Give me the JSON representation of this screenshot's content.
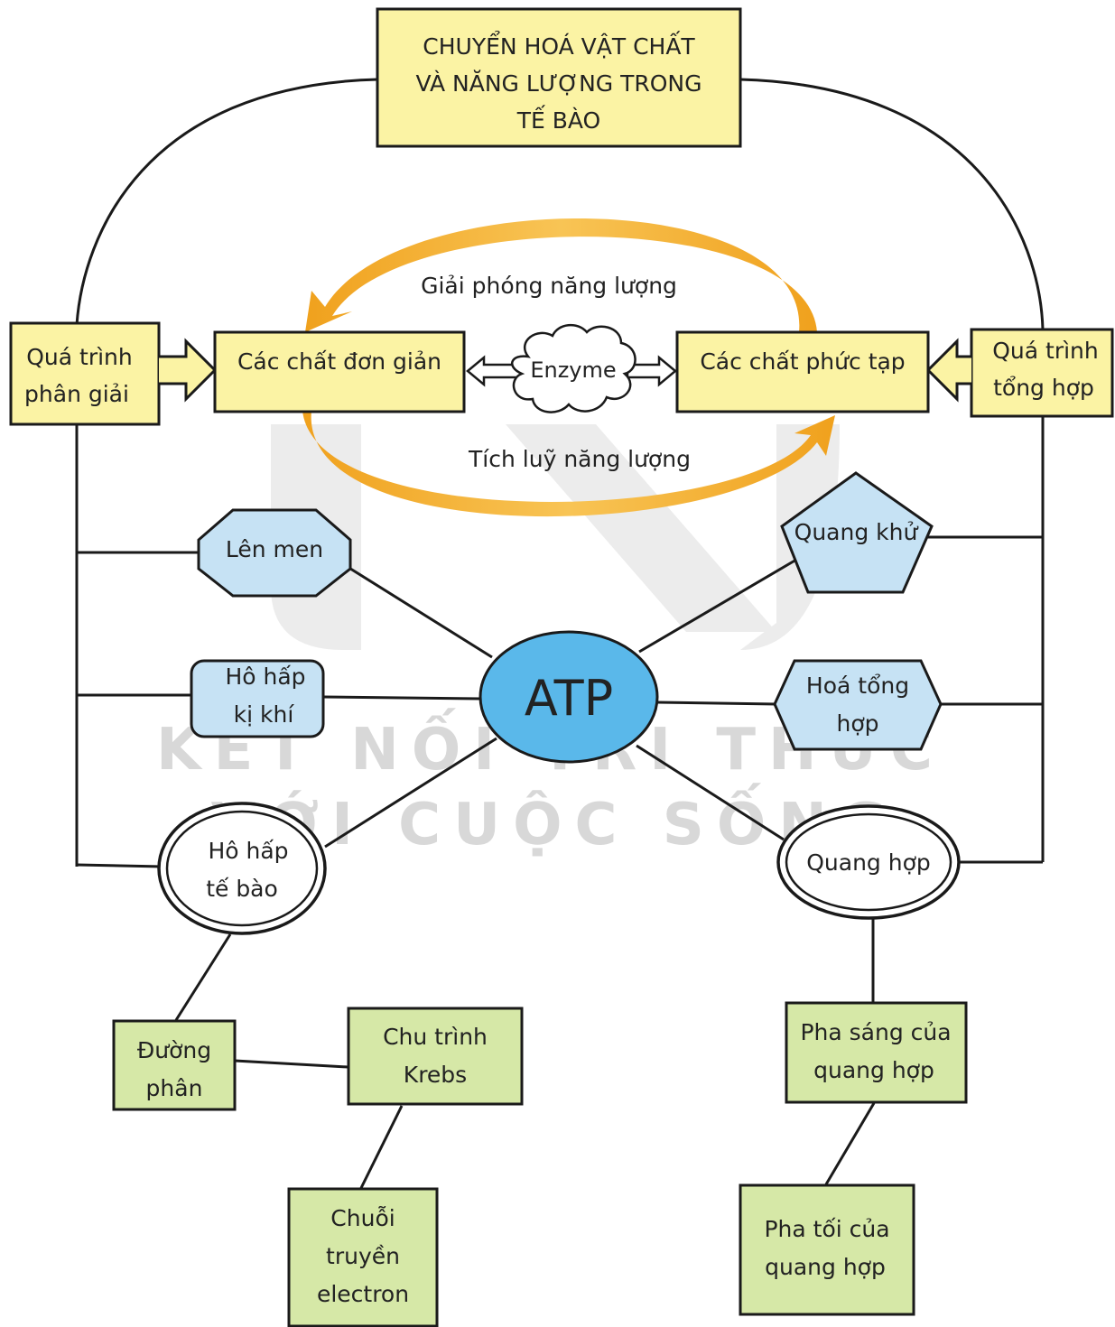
{
  "colors": {
    "yellow_box": "#fbf3a4",
    "green_box": "#d6e8a7",
    "blue_shape": "#c6e2f4",
    "atp_fill": "#5ab8ea",
    "orange_arrow": "#f3a21e",
    "line": "#1a1a1a",
    "watermark": "#d9d9d9"
  },
  "watermark": {
    "line1": "KẾT NỐI TRI THỨC",
    "line2": "VỚI CUỘC SỐNG"
  },
  "title": {
    "line1": "CHUYỂN HOÁ VẬT CHẤT",
    "line2": "VÀ NĂNG LƯỢNG TRONG",
    "line3": "TẾ BÀO"
  },
  "left_process": {
    "line1": "Quá trình",
    "line2": "phân giải"
  },
  "right_process": {
    "line1": "Quá trình",
    "line2": "tổng hợp"
  },
  "simple_substances": "Các chất đơn giản",
  "complex_substances": "Các chất phức tạp",
  "enzyme": "Enzyme",
  "energy_release": "Giải phóng năng lượng",
  "energy_storage": "Tích luỹ năng lượng",
  "atp": "ATP",
  "fermentation": "Lên men",
  "anaerobic": {
    "line1": "Hô hấp",
    "line2": "kị khí"
  },
  "cell_respiration": {
    "line1": "Hô hấp",
    "line2": "tế bào"
  },
  "photoreduction": "Quang khử",
  "chemosynthesis": {
    "line1": "Hoá tổng",
    "line2": "hợp"
  },
  "photosynthesis": "Quang hợp",
  "glycolysis": {
    "line1": "Đường",
    "line2": "phân"
  },
  "krebs": {
    "line1": "Chu trình",
    "line2": "Krebs"
  },
  "electron_chain": {
    "line1": "Chuỗi",
    "line2": "truyền",
    "line3": "electron"
  },
  "light_phase": {
    "line1": "Pha sáng của",
    "line2": "quang hợp"
  },
  "dark_phase": {
    "line1": "Pha tối của",
    "line2": "quang hợp"
  }
}
